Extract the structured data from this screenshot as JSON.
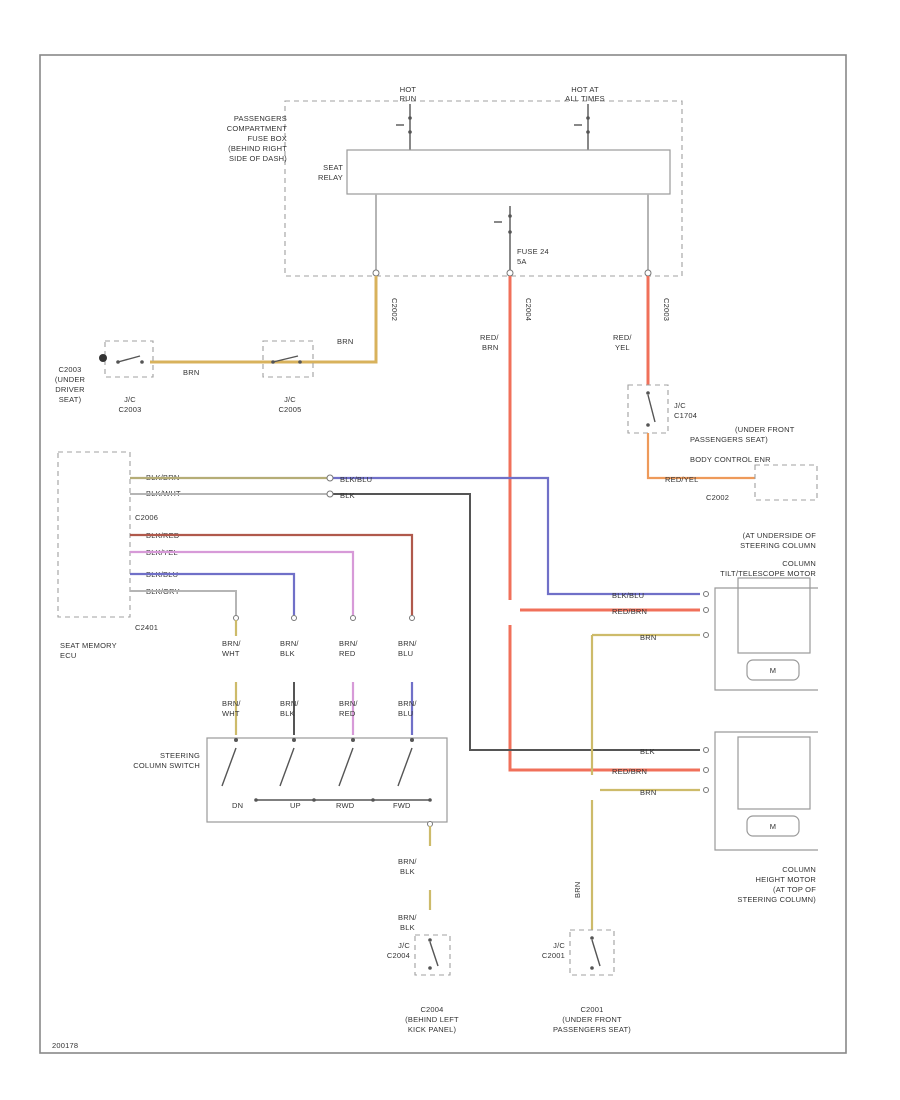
{
  "labels": {
    "hot_run": [
      "HOT",
      "RUN"
    ],
    "hot_all": [
      "HOT AT",
      "ALL TIMES"
    ],
    "pass_fuse_box": [
      "PASSENGERS",
      "COMPARTMENT",
      "FUSE BOX",
      "(BEHIND RIGHT",
      "SIDE OF DASH)"
    ],
    "seat_relay": [
      "SEAT",
      "RELAY"
    ],
    "fuse": [
      "FUSE 24",
      "5A"
    ],
    "c2003": [
      "C2003",
      "(UNDER",
      "DRIVER",
      "SEAT)"
    ],
    "jc_c2003": [
      "J/C",
      "C2003"
    ],
    "jc_c2005": [
      "J/C",
      "C2005"
    ],
    "jc_c1704": [
      "J/C",
      "C1704"
    ],
    "under_front": [
      "(UNDER FRONT",
      "PASSENGERS SEAT)",
      "BODY CONTROL ENR"
    ],
    "c2002": "C2002",
    "seat_memory": [
      "SEAT MEMORY",
      "ECU"
    ],
    "c2006": "C2006",
    "c2401": "C2401",
    "tilt_motor": [
      "(AT UNDERSIDE OF",
      "STEERING COLUMN",
      "COLUMN",
      "TILT/TELESCOPE MOTOR"
    ],
    "height_motor": [
      "COLUMN",
      "HEIGHT MOTOR",
      "(AT TOP OF",
      "STEERING COLUMN)"
    ],
    "steering_switch": [
      "STEERING",
      "COLUMN SWITCH"
    ],
    "switch_positions": [
      "DN",
      "UP",
      "RWD",
      "FWD"
    ],
    "c2004": [
      "C2004",
      "(BEHIND LEFT",
      "KICK PANEL)"
    ],
    "c2001": [
      "C2001",
      "(UNDER FRONT",
      "PASSENGERS SEAT)"
    ],
    "jc_c2004": [
      "J/C",
      "C2004"
    ],
    "jc_c2001": [
      "J/C",
      "C2001"
    ],
    "footer": "200178"
  },
  "wires": {
    "brn": "BRN",
    "red_brn": [
      "RED/",
      "BRN"
    ],
    "red_yel": [
      "RED/",
      "YEL"
    ],
    "red_yel_h": "RED/YEL",
    "c_top_left": "C2002",
    "c_top_mid": "C2004",
    "c_top_right": "C2003",
    "ecu_pins": [
      "BLK/BRN",
      "BLK/WHT",
      "BLK/RED",
      "BLK/YEL",
      "BLK/BLU",
      "BLK/GRY"
    ],
    "ecu_right_1": "BLK/BLU",
    "ecu_right_2": "BLK",
    "col_tags_top": [
      [
        "BRN/",
        "WHT"
      ],
      [
        "BRN/",
        "BLK"
      ],
      [
        "BRN/",
        "RED"
      ],
      [
        "BRN/",
        "BLU"
      ]
    ],
    "col_tags_bot": [
      [
        "BRN/",
        "WHT"
      ],
      [
        "BRN/",
        "BLK"
      ],
      [
        "BRN/",
        "RED"
      ],
      [
        "BRN/",
        "BLU"
      ]
    ],
    "tilt_wires": [
      "BLK/BLU",
      "RED/BRN",
      "BRN"
    ],
    "height_wires": [
      "BLK",
      "RED/BRN",
      "BRN"
    ],
    "switch_out": [
      "BRN/",
      "BLK"
    ],
    "switch_out2": [
      "BRN/",
      "BLK"
    ],
    "c2001_wire": "BRN",
    "m": "M"
  },
  "colors": {
    "brown": "#d8b25c",
    "red": "#f0705a",
    "blue": "#7070c8",
    "pink": "#d79ad8",
    "gray": "#b5b5b5"
  }
}
